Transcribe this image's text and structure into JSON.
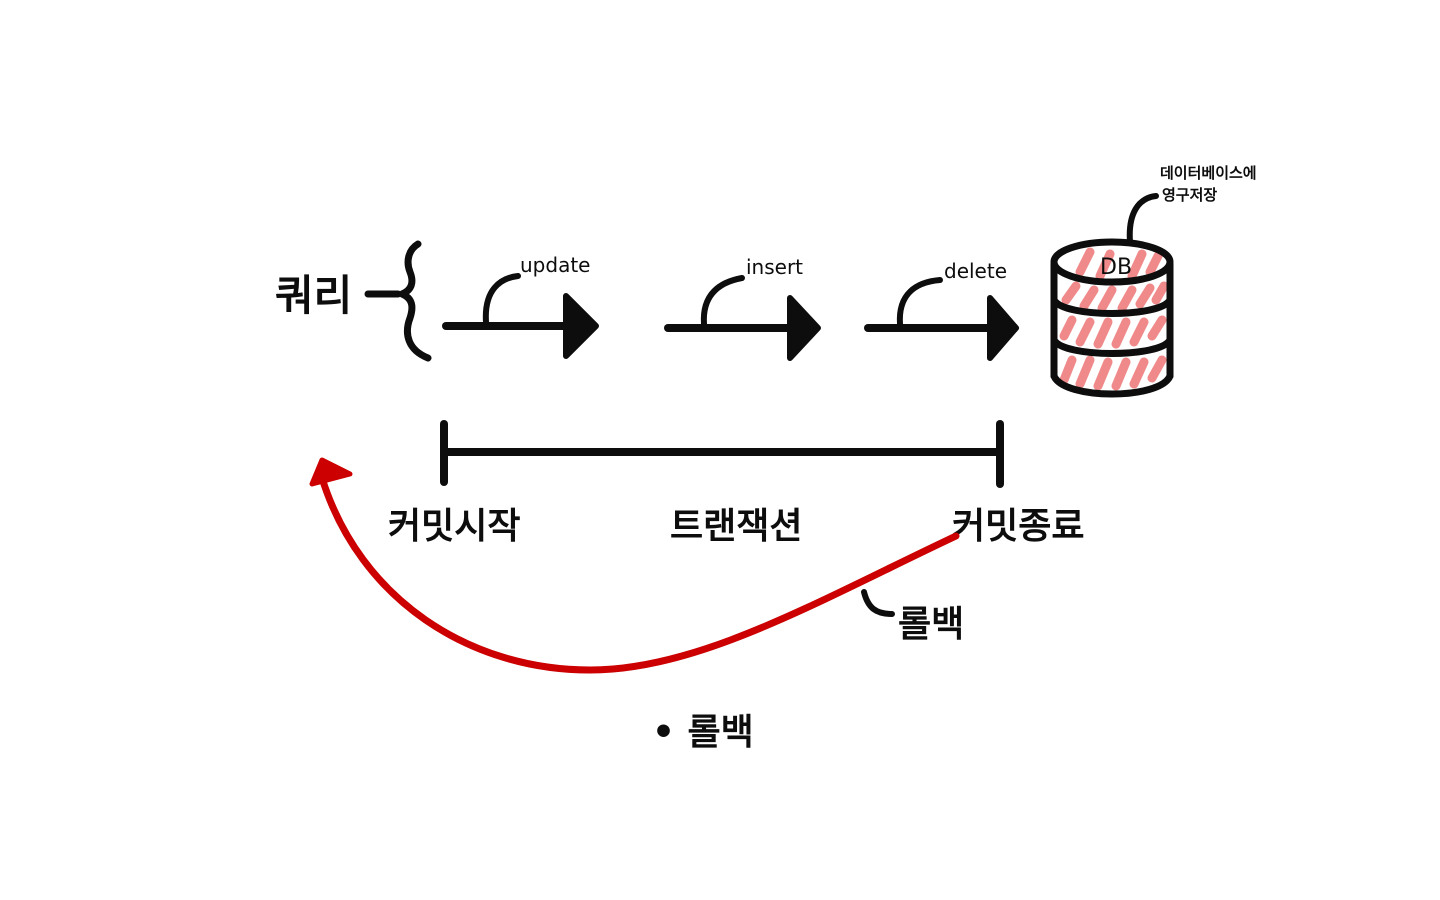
{
  "labels": {
    "query": "쿼리",
    "op_update": "update",
    "op_insert": "insert",
    "op_delete": "delete",
    "db": "DB",
    "db_note_line1": "데이터베이스에",
    "db_note_line2": "영구저장",
    "commit_start": "커밋시작",
    "transaction": "트랜잭션",
    "commit_end": "커밋종료",
    "rollback_label": "롤백",
    "rollback_bullet": "• 롤백"
  },
  "colors": {
    "ink": "#0d0d0d",
    "rollback_arrow": "#cc0000",
    "db_fill": "#f08a8a"
  }
}
